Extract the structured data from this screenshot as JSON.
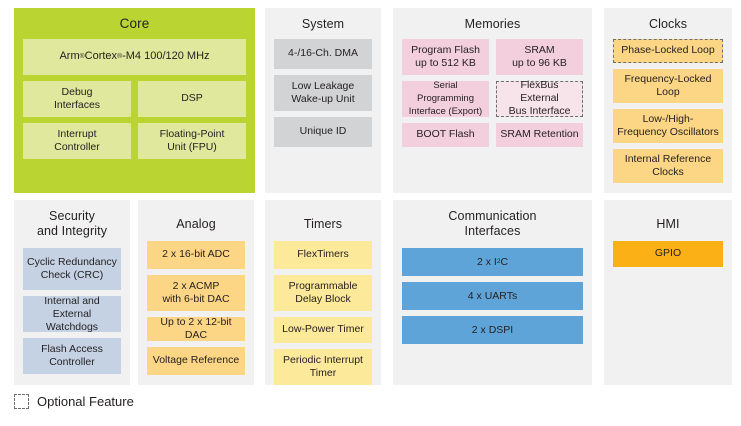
{
  "diagram": {
    "legend": {
      "optional_label": "Optional Feature",
      "swatch_name": "dashed-box-swatch"
    },
    "colors": {
      "core_bg": "#bad532",
      "core_block": "#dfe89c",
      "panel_bg": "#f1f1f2",
      "system_block": "#d2d3d5",
      "memories_block": "#f3cfdd",
      "clocks_block": "#fcd685",
      "security_block": "#c5d2e4",
      "analog_block": "#fcd685",
      "timers_block": "#fde99a",
      "comm_block": "#5fa4d8",
      "hmi_block": "#fbb016",
      "dashed_border": "#6e6e6e",
      "text": "#231f20"
    },
    "panels": [
      {
        "id": "core",
        "title": "Core",
        "layout": "two-col",
        "blocks": [
          {
            "label": "Arm® Cortex®-M4 100/120 MHz",
            "html": "Arm<sup>®</sup> Cortex<sup>®</sup>-M4 100/120 MHz",
            "full_width": true,
            "optional": false
          },
          {
            "label": "Debug\nInterfaces",
            "optional": false
          },
          {
            "label": "DSP",
            "optional": false
          },
          {
            "label": "Interrupt\nController",
            "optional": false
          },
          {
            "label": "Floating-Point\nUnit (FPU)",
            "optional": false
          }
        ]
      },
      {
        "id": "system",
        "title": "System",
        "layout": "one-col",
        "blocks": [
          {
            "label": "4-/16-Ch. DMA",
            "optional": false
          },
          {
            "label": "Low Leakage\nWake-up Unit",
            "optional": false
          },
          {
            "label": "Unique ID",
            "optional": false
          }
        ]
      },
      {
        "id": "memories",
        "title": "Memories",
        "layout": "two-col",
        "blocks": [
          {
            "label": "Program Flash\nup to 512 KB",
            "optional": false
          },
          {
            "label": "SRAM\nup to 96 KB",
            "optional": false
          },
          {
            "label": "Serial Programming\nInterface (Export)",
            "optional": false
          },
          {
            "label": "FlexBus External\nBus Interface",
            "optional": true
          },
          {
            "label": "BOOT Flash",
            "optional": false
          },
          {
            "label": "SRAM Retention",
            "optional": false
          }
        ]
      },
      {
        "id": "clocks",
        "title": "Clocks",
        "layout": "one-col",
        "blocks": [
          {
            "label": "Phase-Locked Loop",
            "optional": true
          },
          {
            "label": "Frequency-Locked\nLoop",
            "optional": false
          },
          {
            "label": "Low-/High-\nFrequency Oscillators",
            "optional": false
          },
          {
            "label": "Internal Reference\nClocks",
            "optional": false
          }
        ]
      },
      {
        "id": "security",
        "title": "Security\nand Integrity",
        "layout": "one-col",
        "blocks": [
          {
            "label": "Cyclic Redundancy\nCheck (CRC)",
            "optional": false
          },
          {
            "label": "Internal and\nExternal Watchdogs",
            "optional": false
          },
          {
            "label": "Flash Access\nController",
            "optional": false
          }
        ]
      },
      {
        "id": "analog",
        "title": "Analog",
        "layout": "one-col",
        "blocks": [
          {
            "label": "2 x 16-bit ADC",
            "optional": false
          },
          {
            "label": "2 x ACMP\nwith 6-bit DAC",
            "optional": false
          },
          {
            "label": "Up to 2 x 12-bit DAC",
            "optional": false
          },
          {
            "label": "Voltage Reference",
            "optional": false
          }
        ]
      },
      {
        "id": "timers",
        "title": "Timers",
        "layout": "one-col",
        "blocks": [
          {
            "label": "FlexTimers",
            "optional": false
          },
          {
            "label": "Programmable\nDelay Block",
            "optional": false
          },
          {
            "label": "Low-Power Timer",
            "optional": false
          },
          {
            "label": "Periodic Interrupt\nTimer",
            "optional": false
          }
        ]
      },
      {
        "id": "communication",
        "title": "Communication\nInterfaces",
        "layout": "one-col",
        "blocks": [
          {
            "label": "2 x I²C",
            "html": "2 x I<sup>2</sup>C",
            "optional": false
          },
          {
            "label": "4 x UARTs",
            "optional": false
          },
          {
            "label": "2 x DSPI",
            "optional": false
          }
        ]
      },
      {
        "id": "hmi",
        "title": "HMI",
        "layout": "one-col",
        "blocks": [
          {
            "label": "GPIO",
            "optional": false
          }
        ]
      }
    ]
  }
}
